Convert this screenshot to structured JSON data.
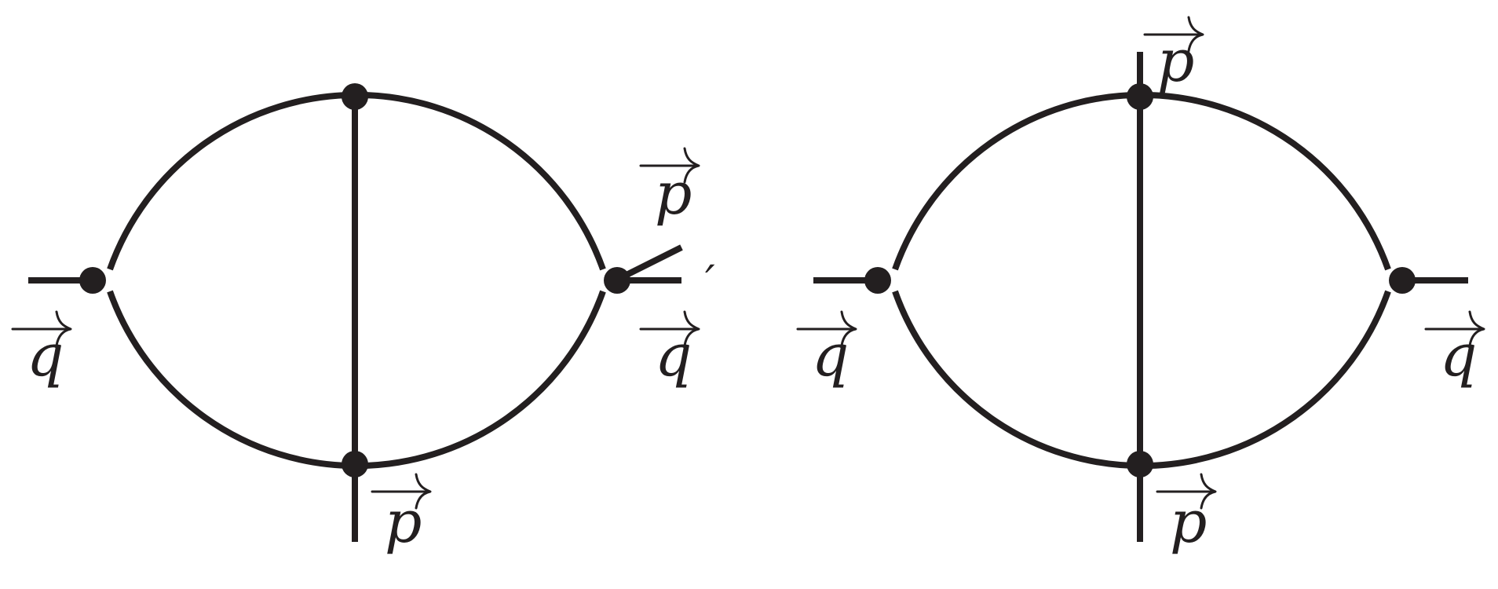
{
  "diagrams": [
    {
      "id": "left",
      "labels": {
        "in_momentum": "q",
        "out_momentum": "q",
        "out_photon_momentum": "p",
        "bottom_momentum": "p",
        "prime_mark": "′"
      }
    },
    {
      "id": "right",
      "labels": {
        "in_momentum": "q",
        "out_momentum": "q",
        "top_momentum": "p",
        "bottom_momentum": "p"
      }
    }
  ],
  "colors": {
    "stroke": "#231f20",
    "background": "#ffffff"
  }
}
